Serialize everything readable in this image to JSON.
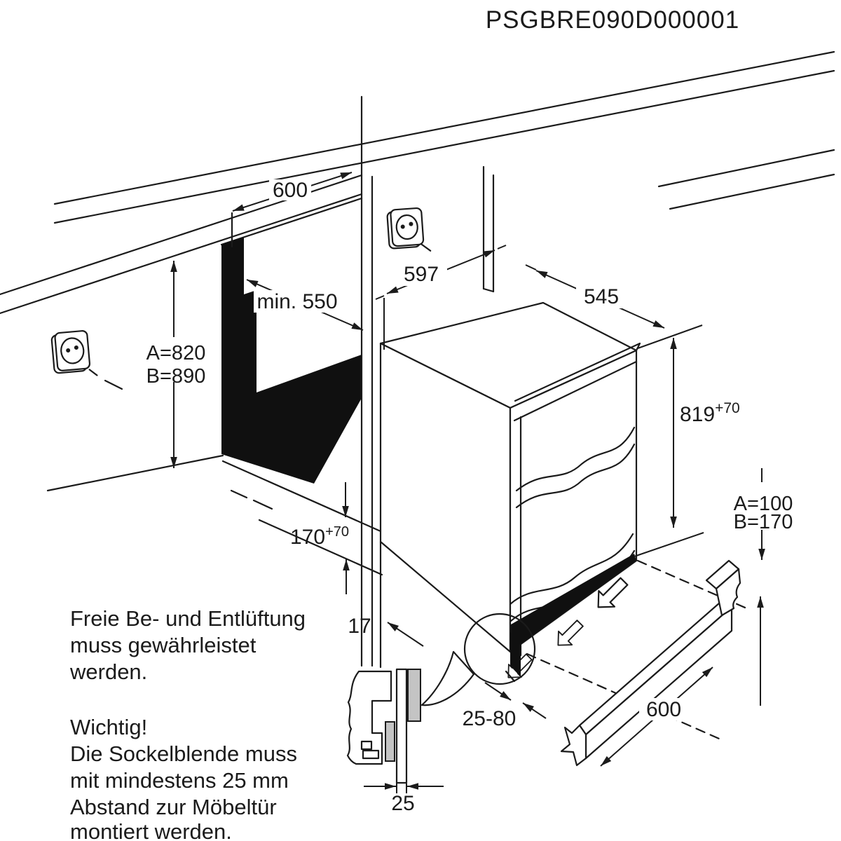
{
  "title": "PSGBRE090D000001",
  "dims": {
    "niche_width": "600",
    "niche_depth": "min. 550",
    "recess_width": "597",
    "appliance_depth": "545",
    "appliance_height": "819",
    "appliance_height_tolerance": "+70",
    "niche_height_a": "A=820",
    "niche_height_b": "B=890",
    "vent_clearance": "170",
    "vent_clearance_tolerance": "+70",
    "panel_gap": "17",
    "door_distance": "25-80",
    "plinth_length": "600",
    "plinth_min_clearance": "25",
    "plinth_height_a": "A=100",
    "plinth_height_b": "B=170"
  },
  "notes": {
    "ventilation": [
      "Freie Be- und Entlüftung",
      "muss gewährleistet",
      "werden."
    ],
    "important": [
      "Wichtig!",
      "Die Sockelblende muss",
      "mit mindestens 25 mm",
      "Abstand zur Möbeltür",
      "montiert werden."
    ]
  },
  "icons": {
    "left_wall_socket": "power-socket",
    "rear_wall_socket": "power-socket"
  }
}
